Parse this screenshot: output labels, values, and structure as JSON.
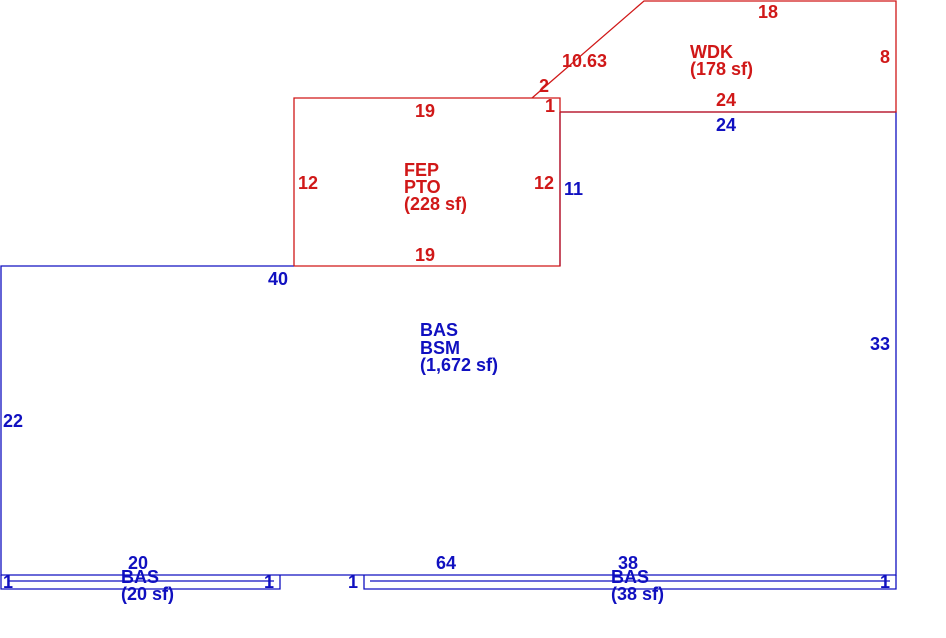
{
  "colors": {
    "main_area": "#1010c0",
    "addition_area": "#d01818",
    "background": "#ffffff"
  },
  "areas": {
    "bas_main": {
      "line1": "BAS",
      "line2": "BSM",
      "area": "(1,672 sf)"
    },
    "fep_pto": {
      "line1": "FEP",
      "line2": "PTO",
      "area": "(228 sf)"
    },
    "wdk": {
      "line1": "WDK",
      "area": "(178 sf)"
    },
    "bas_small_left": {
      "line1": "BAS",
      "area": "(20 sf)"
    },
    "bas_small_right": {
      "line1": "BAS",
      "area": "(38 sf)"
    }
  },
  "dimensions": {
    "bas_left": "22",
    "bas_top_left": "40",
    "bas_step": "11",
    "bas_top_right": "24",
    "bas_right": "33",
    "bas_bottom": "64",
    "pto_top": "19",
    "pto_bottom": "19",
    "pto_left": "12",
    "pto_right": "12",
    "wdk_diagonal": "10.63",
    "wdk_top": "18",
    "wdk_right": "8",
    "wdk_bottom": "24",
    "wdk_jog_a": "2",
    "wdk_jog_b": "1",
    "small_left_top": "20",
    "small_left_side_l": "1",
    "small_left_side_r": "1",
    "small_right_top": "38",
    "small_right_side_l": "1",
    "small_right_side_r": "1"
  }
}
